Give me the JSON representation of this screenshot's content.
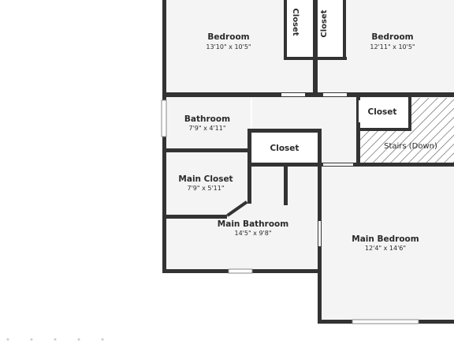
{
  "rooms": {
    "bedroom_left": {
      "name": "Bedroom",
      "dims": "13'10\" x 10'5\""
    },
    "bedroom_right": {
      "name": "Bedroom",
      "dims": "12'11\" x 10'5\""
    },
    "closet_vertical_left": {
      "name": "Closet"
    },
    "closet_vertical_right": {
      "name": "Closet"
    },
    "bathroom": {
      "name": "Bathroom",
      "dims": "7'9\" x 4'11\""
    },
    "closet_hall_right": {
      "name": "Closet"
    },
    "stairs": {
      "name": "Stairs (Down)"
    },
    "closet_center": {
      "name": "Closet"
    },
    "main_closet": {
      "name": "Main Closet",
      "dims": "7'9\" x 5'11\""
    },
    "main_bathroom": {
      "name": "Main Bathroom",
      "dims": "14'5\" x 9'8\""
    },
    "main_bedroom": {
      "name": "Main Bedroom",
      "dims": "12'4\" x 14'6\""
    }
  },
  "colors": {
    "wall": "#333333",
    "floor": "#f4f4f4",
    "stair_hatch": "#555555"
  }
}
